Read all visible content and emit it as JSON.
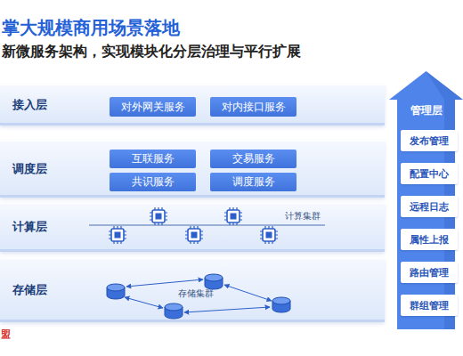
{
  "diagram": {
    "title": "掌大规模商用场景落地",
    "caption": "新微服务架构，实现模块化分层治理与平行扩展",
    "nodes": [
      {
        "text": [
          "接入层"
        ]
      },
      {
        "text": [
          "对外网关服务"
        ],
        "in": 0
      },
      {
        "text": [
          "对内接口服务"
        ],
        "in": 0
      },
      {
        "text": [
          "调度层"
        ]
      },
      {
        "text": [
          "互联服务"
        ],
        "in": 3
      },
      {
        "text": [
          "交易服务"
        ],
        "in": 3
      },
      {
        "text": [
          "共识服务"
        ],
        "in": 3
      },
      {
        "text": [
          "调度服务"
        ],
        "in": 3
      },
      {
        "text": [
          "计算层"
        ]
      },
      {
        "text": [
          "存储层"
        ]
      },
      {
        "text": [
          "管理层"
        ]
      },
      {
        "text": [
          "发布管理"
        ],
        "in": 10
      },
      {
        "text": [
          "配置中心"
        ],
        "in": 10
      },
      {
        "text": [
          "远程日志"
        ],
        "in": 10
      },
      {
        "text": [
          "属性上报"
        ],
        "in": 10
      },
      {
        "text": [
          "路由管理"
        ],
        "in": 10
      },
      {
        "text": [
          "群组管理"
        ],
        "in": 10
      }
    ],
    "labels": [
      "计算集群",
      "存储集群",
      "盟"
    ]
  }
}
